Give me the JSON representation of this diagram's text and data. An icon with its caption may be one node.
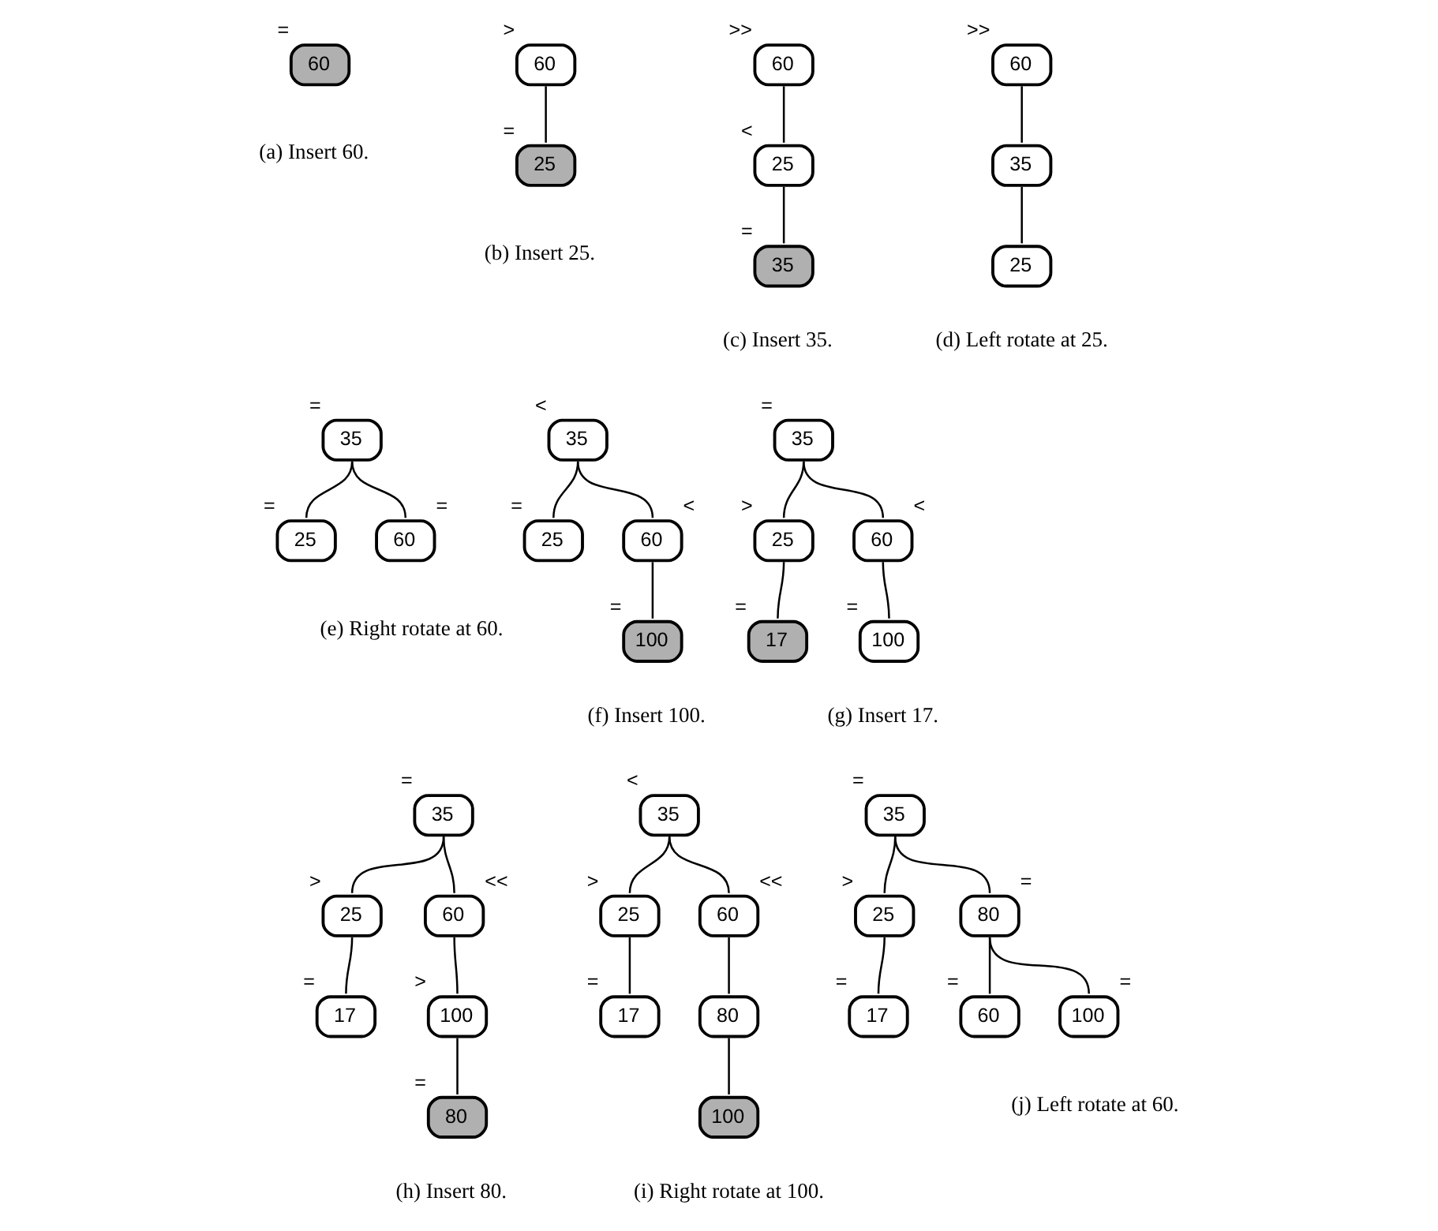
{
  "diagram": {
    "nodes": [
      {
        "text": [
          "60"
        ],
        "beside": [
          "="
        ]
      },
      {
        "text": [
          "60"
        ],
        "beside": [
          ">"
        ]
      },
      {
        "text": [
          "25"
        ],
        "beside": [
          "="
        ]
      },
      {
        "text": [
          "60"
        ],
        "beside": [
          ">>"
        ]
      },
      {
        "text": [
          "25"
        ],
        "beside": [
          "<"
        ]
      },
      {
        "text": [
          "35"
        ],
        "beside": [
          "="
        ]
      },
      {
        "text": [
          "60"
        ],
        "beside": [
          ">>"
        ]
      },
      {
        "text": [
          "35"
        ]
      },
      {
        "text": [
          "25"
        ]
      },
      {
        "text": [
          "35"
        ],
        "beside": [
          "="
        ]
      },
      {
        "text": [
          "25"
        ],
        "beside": [
          "="
        ]
      },
      {
        "text": [
          "60"
        ],
        "beside": [
          "="
        ]
      },
      {
        "text": [
          "35"
        ],
        "beside": [
          "<"
        ]
      },
      {
        "text": [
          "25"
        ],
        "beside": [
          "="
        ]
      },
      {
        "text": [
          "60"
        ],
        "beside": [
          "<"
        ]
      },
      {
        "text": [
          "100"
        ],
        "beside": [
          "="
        ]
      },
      {
        "text": [
          "35"
        ],
        "beside": [
          "="
        ]
      },
      {
        "text": [
          "25"
        ],
        "beside": [
          ">"
        ]
      },
      {
        "text": [
          "60"
        ],
        "beside": [
          "<"
        ]
      },
      {
        "text": [
          "17"
        ],
        "beside": [
          "="
        ]
      },
      {
        "text": [
          "100"
        ],
        "beside": [
          "="
        ]
      },
      {
        "text": [
          "35"
        ],
        "beside": [
          "="
        ]
      },
      {
        "text": [
          "25"
        ],
        "beside": [
          ">"
        ]
      },
      {
        "text": [
          "60"
        ],
        "beside": [
          "<<"
        ]
      },
      {
        "text": [
          "17"
        ],
        "beside": [
          "="
        ]
      },
      {
        "text": [
          "100"
        ],
        "beside": [
          ">"
        ]
      },
      {
        "text": [
          "80"
        ],
        "beside": [
          "="
        ]
      },
      {
        "text": [
          "35"
        ],
        "beside": [
          "<"
        ]
      },
      {
        "text": [
          "25"
        ],
        "beside": [
          ">"
        ]
      },
      {
        "text": [
          "60"
        ],
        "beside": [
          "<<"
        ]
      },
      {
        "text": [
          "17"
        ],
        "beside": [
          "="
        ]
      },
      {
        "text": [
          "80"
        ]
      },
      {
        "text": [
          "100"
        ]
      },
      {
        "text": [
          "35"
        ],
        "beside": [
          "="
        ]
      },
      {
        "text": [
          "25"
        ],
        "beside": [
          ">"
        ]
      },
      {
        "text": [
          "80"
        ],
        "beside": [
          "="
        ]
      },
      {
        "text": [
          "17"
        ],
        "beside": [
          "="
        ]
      },
      {
        "text": [
          "60"
        ],
        "beside": [
          "="
        ]
      },
      {
        "text": [
          "100"
        ],
        "beside": [
          "="
        ]
      }
    ],
    "edges": [
      {
        "from": 1,
        "to": 2,
        "arrow": "none"
      },
      {
        "from": 3,
        "to": 4,
        "arrow": "none"
      },
      {
        "from": 4,
        "to": 5,
        "arrow": "none"
      },
      {
        "from": 6,
        "to": 7,
        "arrow": "none"
      },
      {
        "from": 7,
        "to": 8,
        "arrow": "none"
      },
      {
        "from": 9,
        "to": 10,
        "arrow": "none"
      },
      {
        "from": 9,
        "to": 11,
        "arrow": "none"
      },
      {
        "from": 12,
        "to": 13,
        "arrow": "none"
      },
      {
        "from": 12,
        "to": 14,
        "arrow": "none"
      },
      {
        "from": 14,
        "to": 15,
        "arrow": "none"
      },
      {
        "from": 16,
        "to": 17,
        "arrow": "none"
      },
      {
        "from": 16,
        "to": 18,
        "arrow": "none"
      },
      {
        "from": 17,
        "to": 19,
        "arrow": "none"
      },
      {
        "from": 18,
        "to": 20,
        "arrow": "none"
      },
      {
        "from": 21,
        "to": 22,
        "arrow": "none"
      },
      {
        "from": 21,
        "to": 23,
        "arrow": "none"
      },
      {
        "from": 22,
        "to": 24,
        "arrow": "none"
      },
      {
        "from": 23,
        "to": 25,
        "arrow": "none"
      },
      {
        "from": 25,
        "to": 26,
        "arrow": "none"
      },
      {
        "from": 27,
        "to": 28,
        "arrow": "none"
      },
      {
        "from": 27,
        "to": 29,
        "arrow": "none"
      },
      {
        "from": 28,
        "to": 30,
        "arrow": "none"
      },
      {
        "from": 29,
        "to": 31,
        "arrow": "none"
      },
      {
        "from": 31,
        "to": 32,
        "arrow": "none"
      },
      {
        "from": 33,
        "to": 34,
        "arrow": "none"
      },
      {
        "from": 33,
        "to": 35,
        "arrow": "none"
      },
      {
        "from": 34,
        "to": 36,
        "arrow": "none"
      },
      {
        "from": 35,
        "to": 37,
        "arrow": "none"
      },
      {
        "from": 35,
        "to": 38,
        "arrow": "none"
      }
    ],
    "labels": [
      "(a) Insert 60.",
      "(b) Insert 25.",
      "(c) Insert 35.",
      "(d) Left rotate at 25.",
      "(e) Right rotate at 60.",
      "(f) Insert 100.",
      "(g) Insert 17.",
      "(h) Insert 80.",
      "(i) Right rotate at 100.",
      "(j) Left rotate at 60."
    ]
  }
}
